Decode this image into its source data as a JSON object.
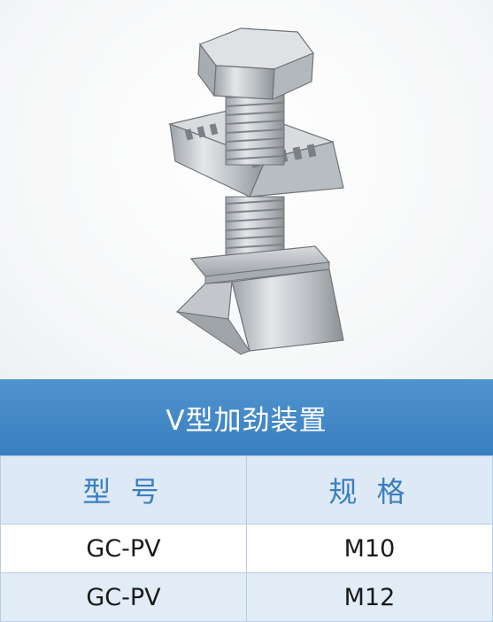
{
  "title": "V型加劲装置",
  "table": {
    "headers": [
      "型 号",
      "规 格"
    ],
    "rows": [
      [
        "GC-PV",
        "M10"
      ],
      [
        "GC-PV",
        "M12"
      ]
    ]
  },
  "colors": {
    "accent": "#3a7fbf",
    "header_bg": "#dde9f5",
    "row_alt_bg": "#e1ecf7"
  },
  "icons": {
    "product": "v-type-stiffener-bolt-illustration"
  }
}
